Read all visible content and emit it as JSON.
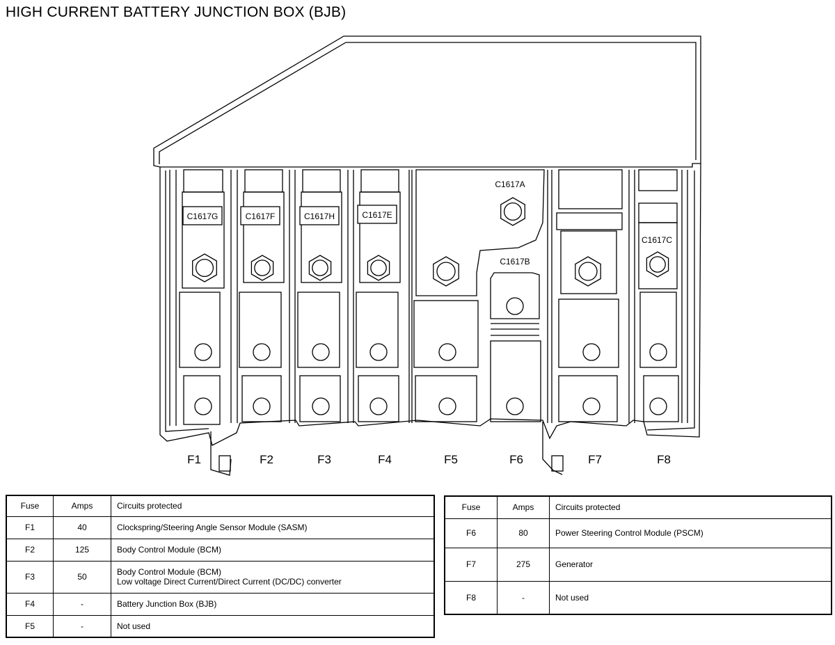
{
  "title": "HIGH CURRENT BATTERY JUNCTION BOX (BJB)",
  "connectors": [
    "C1617G",
    "C1617F",
    "C1617H",
    "C1617E",
    "C1617A",
    "C1617B",
    "C1617C"
  ],
  "fuse_labels": [
    "F1",
    "F2",
    "F3",
    "F4",
    "F5",
    "F6",
    "F7",
    "F8"
  ],
  "table_headers": {
    "fuse": "Fuse",
    "amps": "Amps",
    "circuits": "Circuits protected"
  },
  "table_left": [
    {
      "fuse": "F1",
      "amps": "40",
      "circuits": "Clockspring/Steering Angle Sensor Module (SASM)"
    },
    {
      "fuse": "F2",
      "amps": "125",
      "circuits": "Body Control Module (BCM)"
    },
    {
      "fuse": "F3",
      "amps": "50",
      "circuits": "Body Control Module (BCM)\nLow voltage Direct Current/Direct Current (DC/DC) converter"
    },
    {
      "fuse": "F4",
      "amps": "-",
      "circuits": "Battery Junction Box (BJB)"
    },
    {
      "fuse": "F5",
      "amps": "-",
      "circuits": " Not used"
    }
  ],
  "table_right": [
    {
      "fuse": "F6",
      "amps": "80",
      "circuits": "Power Steering Control Module (PSCM)"
    },
    {
      "fuse": "F7",
      "amps": "275",
      "circuits": " Generator"
    },
    {
      "fuse": "F8",
      "amps": "-",
      "circuits": "  Not used"
    }
  ]
}
